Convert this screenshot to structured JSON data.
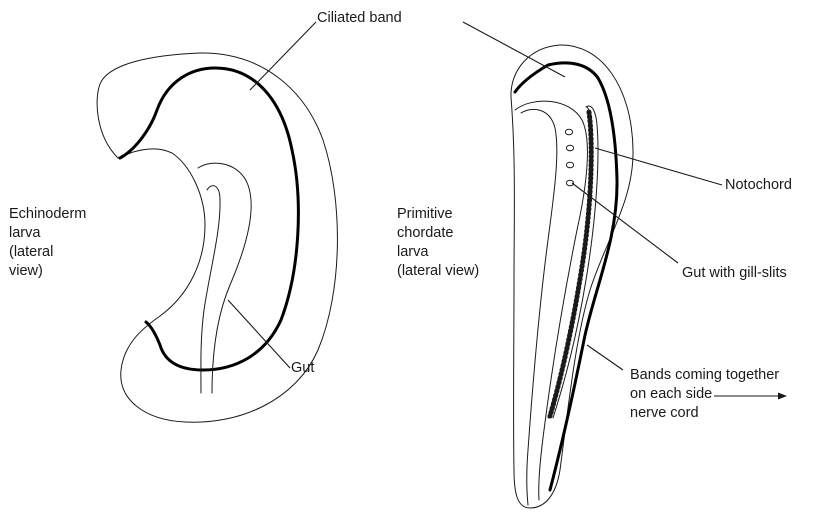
{
  "labels": {
    "ciliated_band": "Ciliated band",
    "echinoderm": [
      "Echinoderm",
      "larva",
      "(lateral",
      "view)"
    ],
    "chordate": [
      "Primitive",
      "chordate",
      "larva",
      "(lateral view)"
    ],
    "notochord": "Notochord",
    "gut": "Gut",
    "gut_gill_slits": "Gut with gill-slits",
    "bands": [
      "Bands coming together",
      "on each side",
      "nerve cord"
    ]
  },
  "colors": {
    "line": "#1a1a1a",
    "band": "#000000",
    "background": "#ffffff"
  }
}
